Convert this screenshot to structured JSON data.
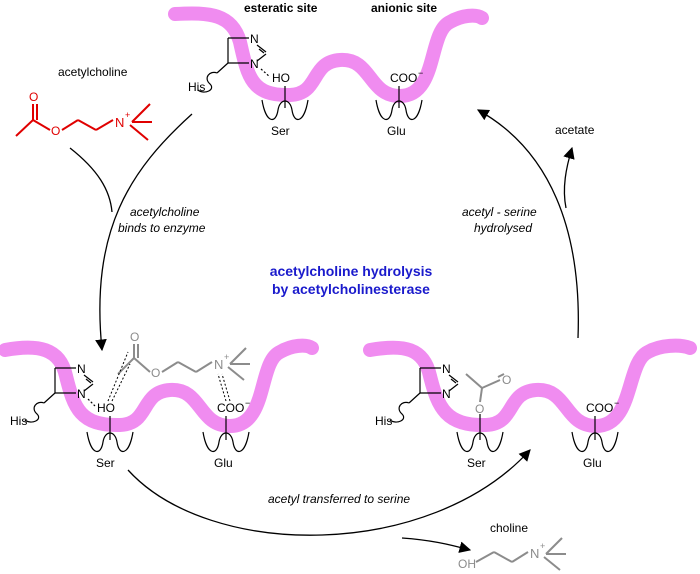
{
  "labels": {
    "esteratic_site": "esteratic site",
    "anionic_site": "anionic site",
    "acetylcholine": "acetylcholine",
    "acetate": "acetate",
    "choline": "choline",
    "title_line1": "acetylcholine hydrolysis",
    "title_line2": "by acetylcholinesterase"
  },
  "steps": {
    "binds_line1": "acetylcholine",
    "binds_line2": "binds to enzyme",
    "hydrolysed_line1": "acetyl - serine",
    "hydrolysed_line2": "hydrolysed",
    "transferred": "acetyl transferred to serine"
  },
  "residues": {
    "his": "His",
    "ser": "Ser",
    "glu": "Glu",
    "ho": "HO",
    "coo": "COO",
    "n": "N",
    "o": "O",
    "oh": "OH",
    "minus": "−",
    "plus": "+"
  },
  "colors": {
    "enzyme": "#f08cf0",
    "acetylcholine": "#e00000",
    "bound_substrate": "#8c8c8c",
    "title": "#1a1acc",
    "ink": "#000000"
  }
}
